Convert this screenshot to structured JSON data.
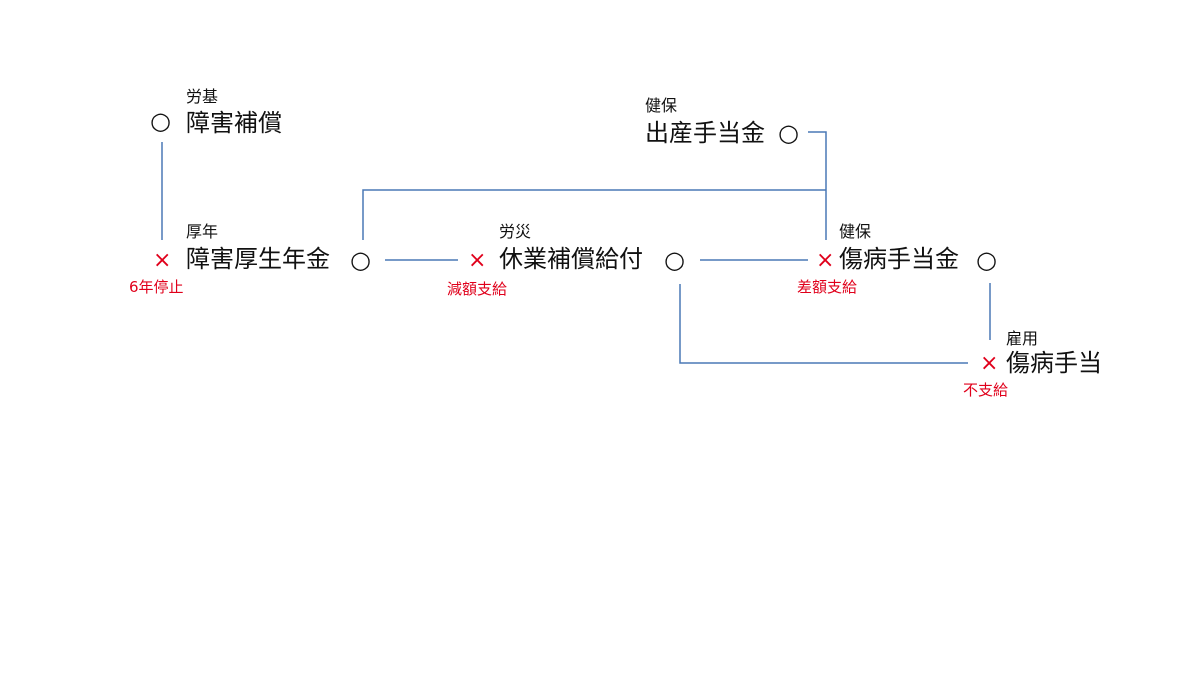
{
  "colors": {
    "text": "#111111",
    "negative": "#e0001b",
    "line": "#4a78b5"
  },
  "symbols": {
    "circle": "○",
    "cross": "×"
  },
  "nodes": {
    "rouki": {
      "category": "労基",
      "name": "障害補償",
      "status": "○"
    },
    "kouseinenkin": {
      "category": "厚年",
      "name": "障害厚生年金",
      "status_left": "×",
      "status_right": "○",
      "note": "6年停止"
    },
    "rousai": {
      "category": "労災",
      "name": "休業補償給付",
      "status_left": "×",
      "status_right": "○",
      "note": "減額支給"
    },
    "shussan": {
      "category": "健保",
      "name": "出産手当金",
      "status": "○"
    },
    "shoubyou_kenpo": {
      "category": "健保",
      "name": "傷病手当金",
      "status_left": "×",
      "status_right": "○",
      "note": "差額支給"
    },
    "shoubyou_koyou": {
      "category": "雇用",
      "name": "傷病手当",
      "status": "×",
      "note": "不支給"
    }
  }
}
